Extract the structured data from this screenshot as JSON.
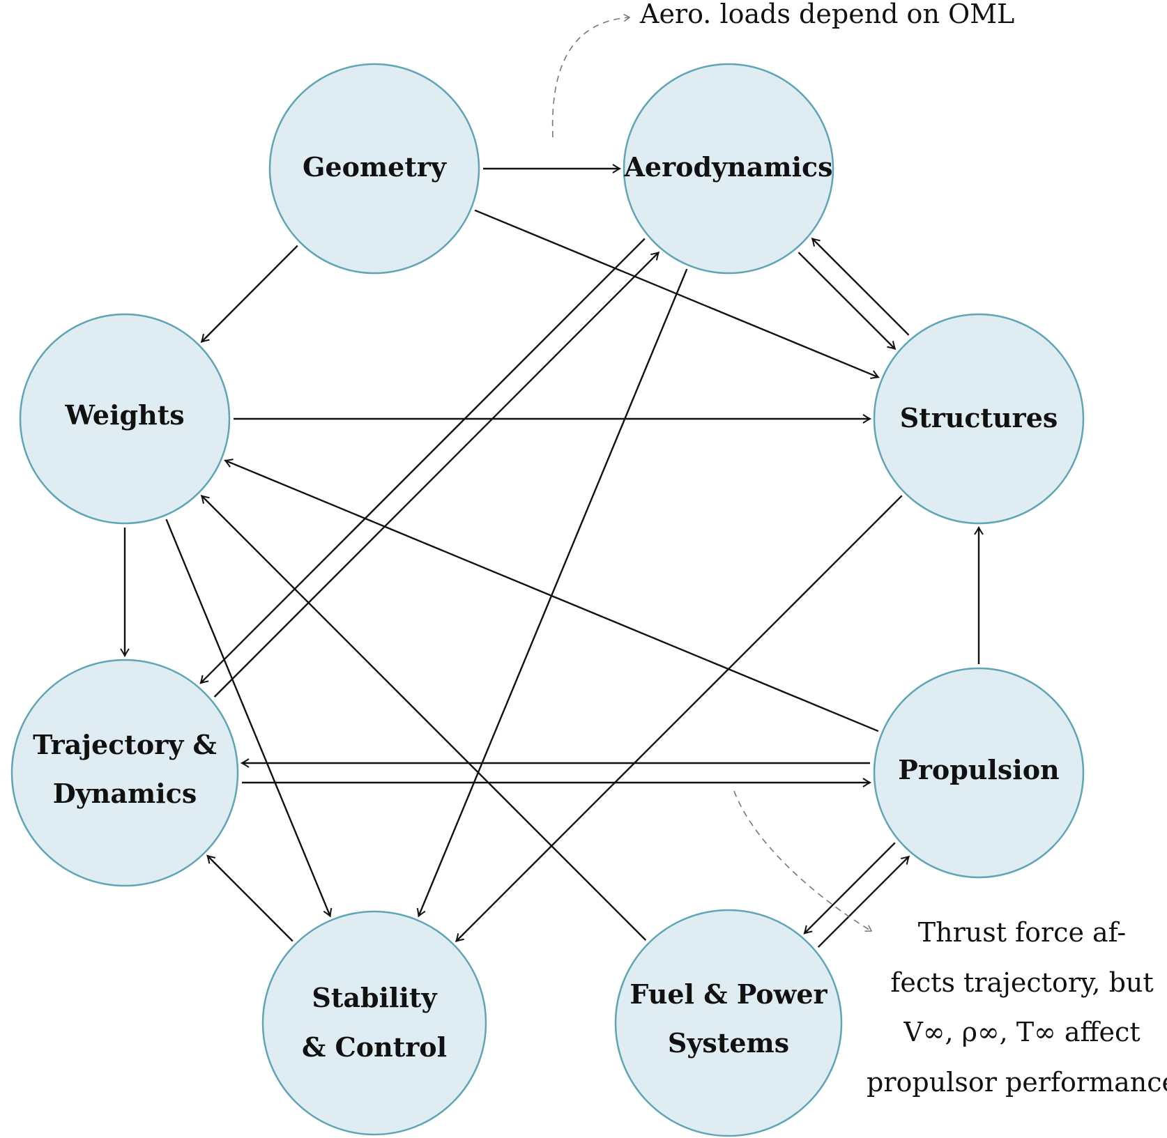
{
  "nodes": [
    {
      "id": "geometry",
      "lines": [
        "Geometry"
      ]
    },
    {
      "id": "aerodynamics",
      "lines": [
        "Aerodynamics"
      ]
    },
    {
      "id": "weights",
      "lines": [
        "Weights"
      ]
    },
    {
      "id": "structures",
      "lines": [
        "Structures"
      ]
    },
    {
      "id": "trajectory",
      "lines": [
        "Trajectory &",
        "Dynamics"
      ]
    },
    {
      "id": "propulsion",
      "lines": [
        "Propulsion"
      ]
    },
    {
      "id": "stability",
      "lines": [
        "Stability",
        "& Control"
      ]
    },
    {
      "id": "fuel",
      "lines": [
        "Fuel & Power",
        "Systems"
      ]
    }
  ],
  "edges": [
    {
      "from": "geometry",
      "to": "aerodynamics"
    },
    {
      "from": "geometry",
      "to": "structures"
    },
    {
      "from": "geometry",
      "to": "weights"
    },
    {
      "from": "aerodynamics",
      "to": "structures"
    },
    {
      "from": "structures",
      "to": "aerodynamics"
    },
    {
      "from": "aerodynamics",
      "to": "trajectory"
    },
    {
      "from": "trajectory",
      "to": "aerodynamics"
    },
    {
      "from": "aerodynamics",
      "to": "stability"
    },
    {
      "from": "weights",
      "to": "structures"
    },
    {
      "from": "weights",
      "to": "trajectory"
    },
    {
      "from": "weights",
      "to": "stability"
    },
    {
      "from": "structures",
      "to": "stability"
    },
    {
      "from": "propulsion",
      "to": "structures"
    },
    {
      "from": "propulsion",
      "to": "weights"
    },
    {
      "from": "propulsion",
      "to": "trajectory"
    },
    {
      "from": "trajectory",
      "to": "propulsion"
    },
    {
      "from": "fuel",
      "to": "weights"
    },
    {
      "from": "fuel",
      "to": "propulsion"
    },
    {
      "from": "propulsion",
      "to": "fuel"
    },
    {
      "from": "stability",
      "to": "trajectory"
    }
  ],
  "annotations": [
    {
      "id": "aero-note",
      "lines": [
        "Aero. loads depend on OML"
      ]
    },
    {
      "id": "thrust-note",
      "lines": [
        "Thrust force af-",
        "fects trajectory, but",
        "V∞, ρ∞, T∞ affect",
        "propulsor performance"
      ]
    }
  ],
  "colors": {
    "node_fill": "#dfedf3",
    "node_stroke": "#5ea5b5",
    "edge": "#111111",
    "note_line": "#777777"
  }
}
